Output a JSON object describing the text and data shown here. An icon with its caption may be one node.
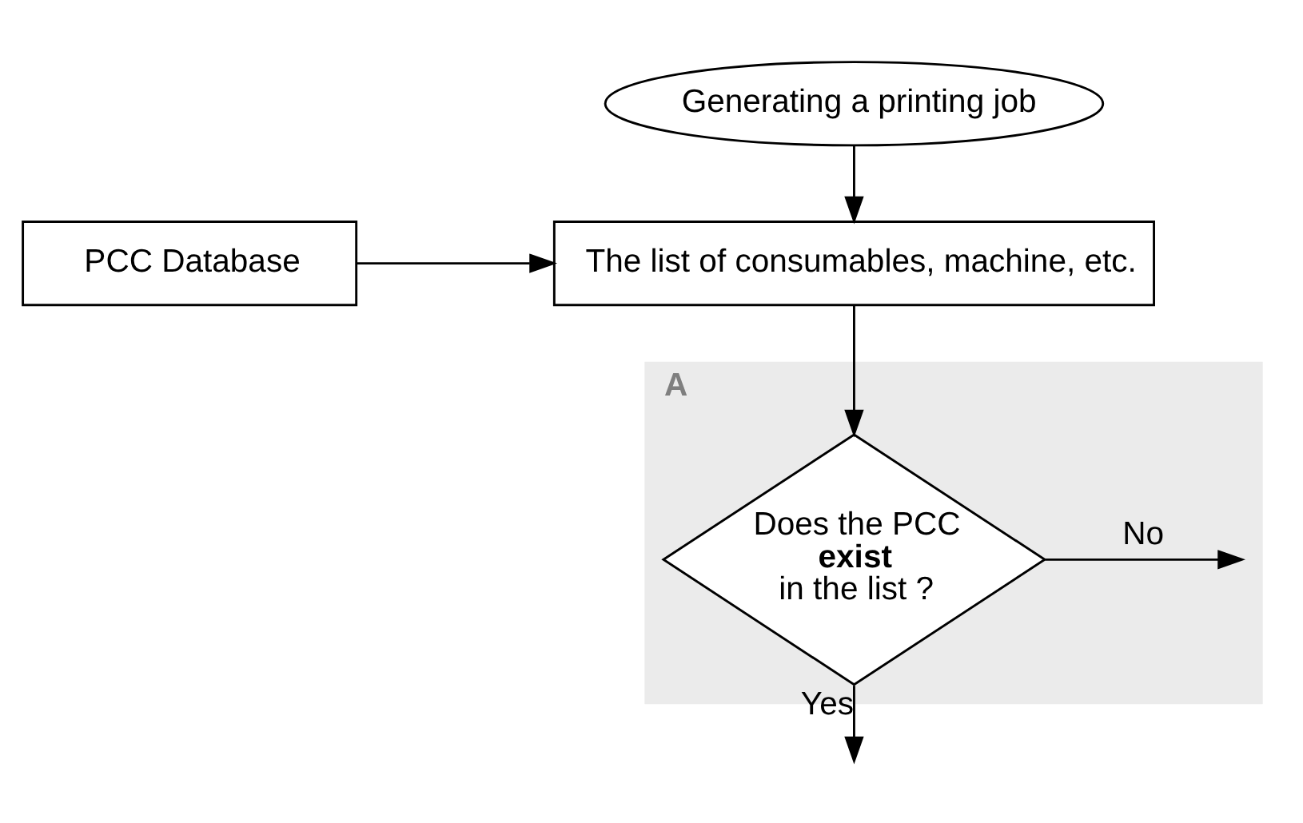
{
  "diagram": {
    "nodes": [
      {
        "text": [
          "Generating a printing job"
        ]
      },
      {
        "text": [
          "PCC Database"
        ]
      },
      {
        "text": [
          "The list of consumables, machine, etc."
        ]
      },
      {
        "text": [
          "A"
        ]
      },
      {
        "text": [
          "Does the PCC **exist** in the list ?"
        ],
        "in": 3
      }
    ],
    "edges": [
      {
        "from": 0,
        "to": 2,
        "arrow": "to"
      },
      {
        "from": 1,
        "to": 2,
        "arrow": "to"
      },
      {
        "from": 2,
        "to": 4,
        "arrow": "to"
      },
      {
        "from": 4,
        "to": null,
        "arrow": "to",
        "label": "No"
      },
      {
        "from": 4,
        "to": null,
        "arrow": "to",
        "label": "Yes"
      }
    ]
  }
}
